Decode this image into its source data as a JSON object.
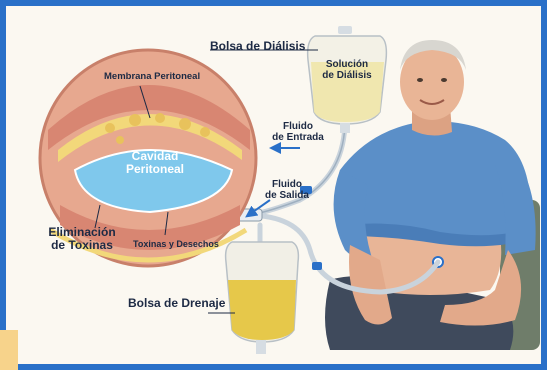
{
  "labels": {
    "bolsa_dialisis": "Bolsa de Diálisis",
    "solucion_line1": "Solución",
    "solucion_line2": "de Diálisis",
    "membrana": "Membrana Peritoneal",
    "cavidad_line1": "Cavidad",
    "cavidad_line2": "Peritoneal",
    "fluido_entrada_line1": "Fluido",
    "fluido_entrada_line2": "de Entrada",
    "fluido_salida_line1": "Fluido",
    "fluido_salida_line2": "de Salida",
    "eliminacion_line1": "Eliminación",
    "eliminacion_line2": "de Toxinas",
    "toxinas": "Toxinas y Desechos",
    "bolsa_drenaje": "Bolsa de Drenaje"
  },
  "colors": {
    "frame": "#2a70c8",
    "cavity": "#7fc8ec",
    "dialysis_fluid": "#efe6a8",
    "drain_fluid": "#e6c84a",
    "shirt": "#5b8fc8",
    "tube": "#c9d3dc"
  }
}
